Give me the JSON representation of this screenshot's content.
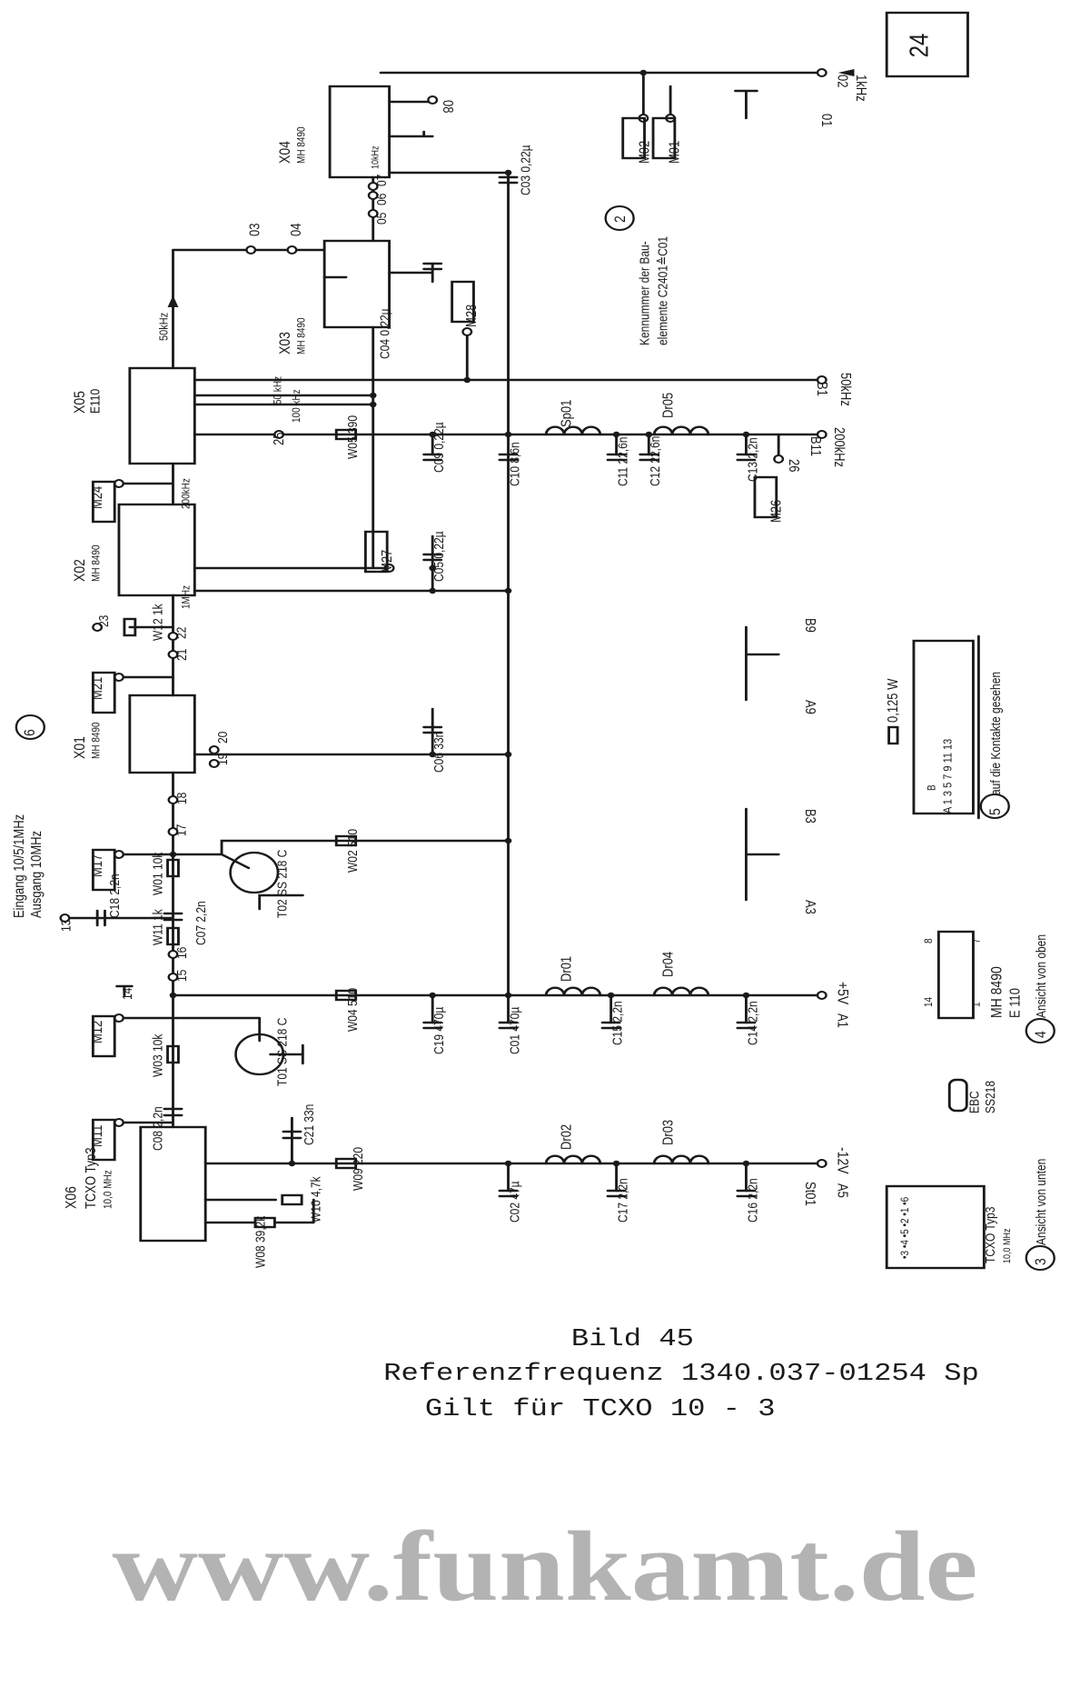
{
  "page_number": "24",
  "watermark": "www.funkamt.de",
  "title": {
    "line1": "Bild 45",
    "line2": "Referenzfrequenz   1340.037-01254 Sp",
    "line3": "Gilt für TCXO 10 - 3"
  },
  "labels": {
    "x06": "X06",
    "x06_type": "TCXO Typ3",
    "x06_freq": "10,0 MHz",
    "x01": "X01",
    "x01_type": "MH 8490",
    "x02": "X02",
    "x02_type": "MH 8490",
    "x05": "X05",
    "x05_type": "E110",
    "x03": "X03",
    "x03_type": "MH 8490",
    "x04": "X04",
    "x04_type": "MH 8490",
    "m11": "M11",
    "m12": "M12",
    "m17": "M17",
    "m21": "M21",
    "m24": "M24",
    "m27": "M27",
    "m28": "M28",
    "m26": "M26",
    "m02": "M02",
    "m01": "M01",
    "w08": "W08 39,2k",
    "w10": "W10 4,7k",
    "c21": "C21 33n",
    "w09": "W09 220",
    "c08": "C08 2,2n",
    "w03": "W03 10k",
    "t01": "T01 SS 218 C",
    "w04": "W04 510",
    "c19": "C19 470µ",
    "c01": "C01 470µ",
    "dr01": "Dr01",
    "c15": "C15 2,2n",
    "dr04": "Dr04",
    "c14": "C14 2,2n",
    "c02": "C02 47µ",
    "dr02": "Dr02",
    "c17": "C17 2,2n",
    "dr03": "Dr03",
    "c16": "C16 2,2n",
    "w11": "W11 1k",
    "c18": "C18 2,2n",
    "c07": "C07 2,2n",
    "w01": "W01 10k",
    "t02": "T02 SS 218 C",
    "w02": "W02 510",
    "c06": "C06 33n",
    "w12": "W12 1k",
    "c05": "C05 0,22µ",
    "w05": "W05 390",
    "c09": "C09 0,22µ",
    "c10": "C10 8,6n",
    "sp01": "Sp01",
    "c11": "C11 22,6n",
    "c12": "C12 22,6n",
    "dr05": "Dr05",
    "c13": "C13 2,2n",
    "c04": "C04 0,22µ",
    "c03": "C03 0,22µ",
    "a5": "A5",
    "v12": "-12V",
    "st01": "St01",
    "a1": "A1",
    "v5": "+5V",
    "a3": "A3",
    "b3": "B3",
    "a9": "A9",
    "b9": "B9",
    "b11": "B11",
    "f200k_out": "200kHz",
    "p26": "26",
    "b1": "B1",
    "f50k_out": "50kHz",
    "p02": "02",
    "f1k_out": "1kHz",
    "p01": "01",
    "p08": "08",
    "p03": "03",
    "p04": "04",
    "p05": "05",
    "p06": "06",
    "p07": "07",
    "p25": "25",
    "p13": "13",
    "p14": "14",
    "p15": "15",
    "p16": "16",
    "p17": "17",
    "p18": "18",
    "p19": "19",
    "p20": "20",
    "p21": "21",
    "p22": "22",
    "p23": "23",
    "f50k": "50kHz",
    "f50k_b": "50 kHz",
    "f100k": "100 kHz",
    "f200k": "200kHz",
    "f1m": "1MHz",
    "f10k": "10kHz",
    "eingang": "Eingang 10/5/1MHz",
    "ausgang": "Ausgang   10MHz",
    "note6": "6",
    "note2": "2",
    "kenn1": "Kennummer der Bau-",
    "kenn2": "elemente C2401≙C01",
    "res_power": "0,125 W",
    "note5": "5",
    "kontakte": "auf die Kontakte gesehen",
    "conn_pins": "A  1  3  5  7  9  11  13",
    "conn_b": "B",
    "ic_type1": "MH 8490",
    "ic_type2": "E 110",
    "ic_pin14": "14",
    "ic_pin1": "1",
    "ic_pin8": "8",
    "ic_pin7": "7",
    "note4": "4",
    "oben": "Ansicht von oben",
    "ebc": "EBC",
    "ss218": "SS218",
    "note3": "3",
    "unten": "Ansicht von unten",
    "tcxo_leg1": "TCXO Typ3",
    "tcxo_leg2": "10,0 MHz",
    "tcxo_pins": "•3 •4 •5   •2   •1   •6"
  }
}
